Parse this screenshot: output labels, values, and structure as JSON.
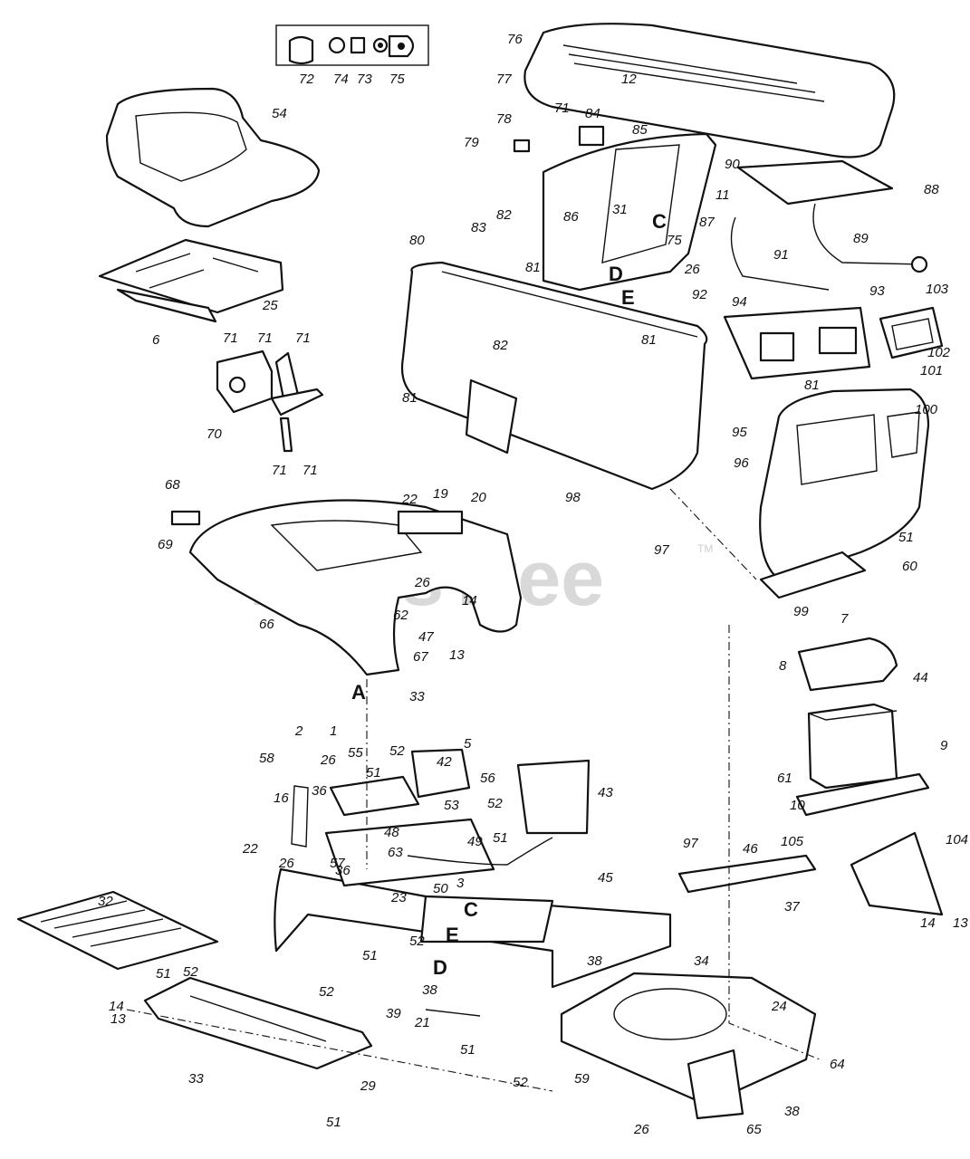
{
  "watermark": {
    "text": "PartsTree",
    "tm": "TM"
  },
  "section_letters": [
    "A",
    "C",
    "D",
    "E",
    "C",
    "D",
    "E"
  ],
  "callouts": [
    "72",
    "74",
    "73",
    "75",
    "76",
    "77",
    "12",
    "71",
    "84",
    "85",
    "78",
    "79",
    "54",
    "90",
    "88",
    "11",
    "86",
    "31",
    "87",
    "83",
    "82",
    "80",
    "75",
    "89",
    "91",
    "81",
    "26",
    "93",
    "103",
    "25",
    "6",
    "94",
    "92",
    "82",
    "71",
    "71",
    "71",
    "81",
    "81",
    "102",
    "101",
    "81",
    "95",
    "100",
    "70",
    "71",
    "71",
    "96",
    "98",
    "68",
    "22",
    "19",
    "20",
    "51",
    "69",
    "60",
    "97",
    "99",
    "26",
    "66",
    "62",
    "47",
    "14",
    "67",
    "13",
    "7",
    "8",
    "44",
    "33",
    "2",
    "1",
    "52",
    "5",
    "58",
    "26",
    "55",
    "56",
    "51",
    "42",
    "36",
    "9",
    "16",
    "53",
    "61",
    "43",
    "52",
    "48",
    "10",
    "51",
    "63",
    "105",
    "104",
    "22",
    "36",
    "49",
    "57",
    "3",
    "46",
    "97",
    "26",
    "50",
    "45",
    "37",
    "23",
    "52",
    "32",
    "51",
    "14",
    "13",
    "51",
    "52",
    "52",
    "38",
    "39",
    "34",
    "24",
    "21",
    "14",
    "13",
    "38",
    "51",
    "52",
    "59",
    "33",
    "29",
    "51",
    "64",
    "26",
    "65",
    "38"
  ]
}
